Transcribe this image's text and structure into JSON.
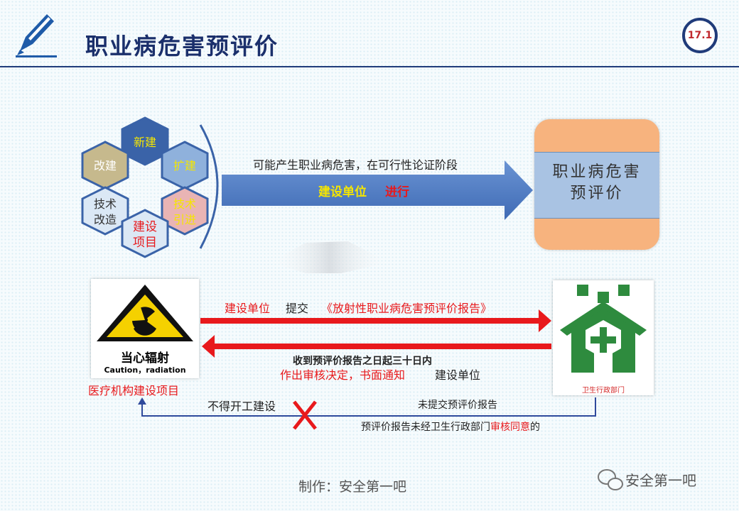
{
  "header": {
    "title": "职业病危害预评价",
    "section": "17.1"
  },
  "hexagons": {
    "top": "新建",
    "left_top": "改建",
    "right_top": "扩建",
    "left_bottom_1": "技术",
    "left_bottom_2": "改造",
    "right_bottom_1": "技术",
    "right_bottom_2": "引进",
    "center_1": "建设",
    "center_2": "项目"
  },
  "main_arrow": {
    "condition": "可能产生职业病危害，在可行性论证阶段",
    "actor": "建设单位",
    "action": "进行"
  },
  "assessment_box": {
    "line1": "职业病危害",
    "line2": "预评价"
  },
  "radiation_sign": {
    "text": "当心辐射",
    "caption": "Caution，radiation",
    "label": "医疗机构建设项目"
  },
  "health_sign": {
    "caption": "卫生行政部门"
  },
  "submit_arrow": {
    "actor": "建设单位",
    "verb": "提交",
    "document": "《放射性职业病危害预评价报告》"
  },
  "return_arrow": {
    "line1": "收到预评价报告之日起三十日内",
    "line2_red": "作出审核决定，书面通知",
    "line2_black": "建设单位"
  },
  "bottom_flow": {
    "no_start": "不得开工建设",
    "not_submitted": "未提交预评价报告",
    "not_approved_prefix": "预评价报告未经卫生行政部门",
    "not_approved_red": "审核同意",
    "not_approved_suffix": "的"
  },
  "footer": {
    "credit": "制作：安全第一吧",
    "watermark": "安全第一吧"
  },
  "colors": {
    "title": "#1a2f6b",
    "arrow_blue": "#4a78c2",
    "arrow_red": "#e8191c",
    "hex_blue": "#3a63a8",
    "hex_tan": "#c6b98d",
    "hex_light_blue": "#8fb1dc",
    "hex_pink": "#e9b4b4",
    "hex_pale": "#dbe8f5",
    "health_green": "#2e8b3e"
  }
}
